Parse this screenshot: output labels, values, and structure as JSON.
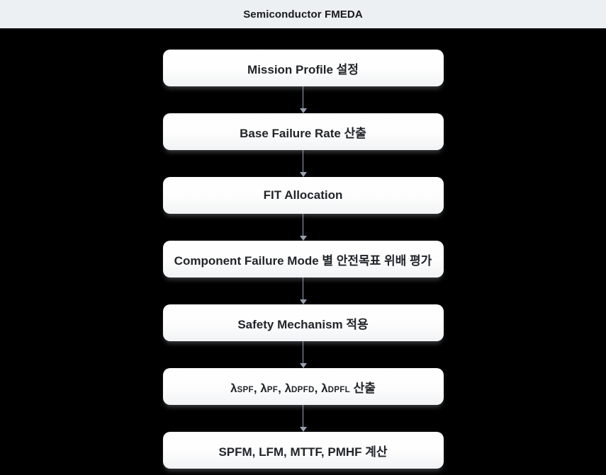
{
  "header": {
    "title": "Semiconductor FMEDA"
  },
  "colors": {
    "page_background": "#000000",
    "header_background": "#ecf0f3",
    "header_text": "#17191d",
    "box_background_top": "#ffffff",
    "box_background_bottom": "#f2f3f5",
    "box_text": "#212529",
    "arrow": "#9aa3b2"
  },
  "flow": {
    "steps": [
      {
        "label": "Mission Profile 설정"
      },
      {
        "label": "Base Failure Rate 산출"
      },
      {
        "label": "FIT Allocation"
      },
      {
        "label": "Component Failure Mode 별 안전목표 위배 평가"
      },
      {
        "label": "Safety Mechanism 적용"
      },
      {
        "label_parts": [
          "λ",
          "SPF",
          ", λ",
          "PF",
          ", λ",
          "DPFD",
          ", λ",
          "DPFL",
          " 산출"
        ]
      },
      {
        "label": "SPFM, LFM, MTTF, PMHF 계산"
      }
    ]
  }
}
